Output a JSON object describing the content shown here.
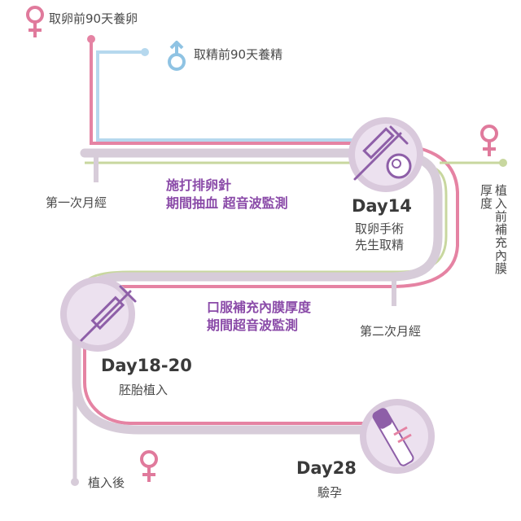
{
  "colors": {
    "track": "#d7ccd9",
    "pink": "#e583a3",
    "blue": "#b6d8ee",
    "green": "#c8d79f",
    "node_fill": "#ece1ef",
    "node_ring": "#d9c9dc",
    "icon": "#8e5fa8",
    "purple_text": "#8a4aa8",
    "female": "#e07a9c",
    "male": "#8fc3e3"
  },
  "labels": {
    "egg_prep": "取卵前90天養卵",
    "sperm_prep": "取精前90天養精",
    "first_period": "第一次月經",
    "ovulation_line1": "施打排卵針",
    "ovulation_line2": "期間抽血  超音波監測",
    "day14": "Day14",
    "retrieval_line1": "取卵手術",
    "retrieval_line2": "先生取精",
    "pre_implant_vertical": "植入前補充內膜厚度",
    "endometrium_line1": "口服補充內膜厚度",
    "endometrium_line2": "期間超音波監測",
    "second_period": "第二次月經",
    "day18_20": "Day18-20",
    "embryo_transfer": "胚胎植入",
    "post_implant": "植入後",
    "day28": "Day28",
    "pregnancy_test": "驗孕"
  },
  "icons": {
    "egg_female": "female-symbol-icon",
    "sperm_male": "male-symbol-icon",
    "pre_implant_female": "female-symbol-icon",
    "post_implant_female": "female-symbol-icon",
    "day14": "syringe-egg-icon",
    "day18": "syringe-icon",
    "day28": "pregnancy-test-icon"
  }
}
